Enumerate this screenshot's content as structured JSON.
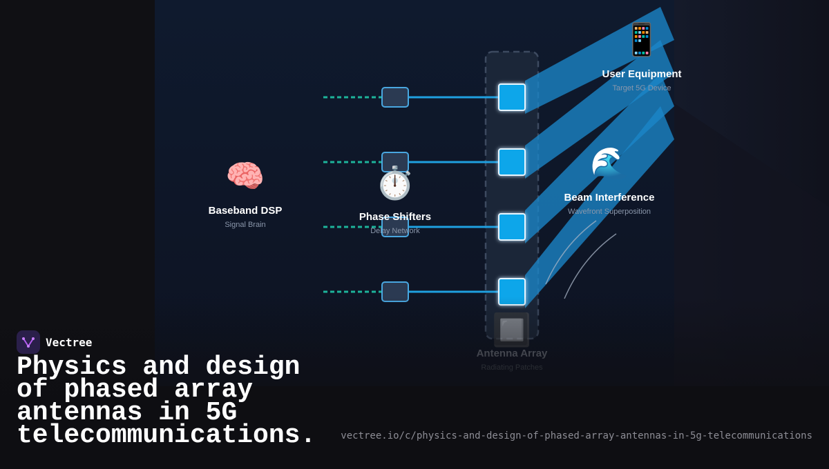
{
  "brand": {
    "name": "Vectree",
    "logo_icon": "vectree-logo-icon"
  },
  "headline": "Physics and design of phased array antennas in 5G telecommunications.",
  "url": "vectree.io/c/physics-and-design-of-phased-array-antennas-in-5g-telecommunications",
  "diagram": {
    "element_count": 4,
    "nodes": {
      "baseband": {
        "icon": "🧠",
        "title": "Baseband DSP",
        "subtitle": "Signal Brain"
      },
      "phase_shifters": {
        "icon": "⏱️",
        "title": "Phase Shifters",
        "subtitle": "Delay Network"
      },
      "antenna_array": {
        "icon": "🔲",
        "title": "Antenna Array",
        "subtitle": "Radiating Patches"
      },
      "beam": {
        "icon": "🌊",
        "title": "Beam Interference",
        "subtitle": "Wavefront Superposition"
      },
      "user_equipment": {
        "icon": "📱",
        "title": "User Equipment",
        "subtitle": "Target 5G Device"
      }
    }
  },
  "colors": {
    "background": "#0e0e12",
    "panel": "#111a2c",
    "feed_line": "#1fa0e0",
    "dashed_feed": "#1db39a",
    "antenna_patch": "#11a6ea",
    "phase_box": "#2b3a52",
    "beam": "#1b86c9"
  }
}
